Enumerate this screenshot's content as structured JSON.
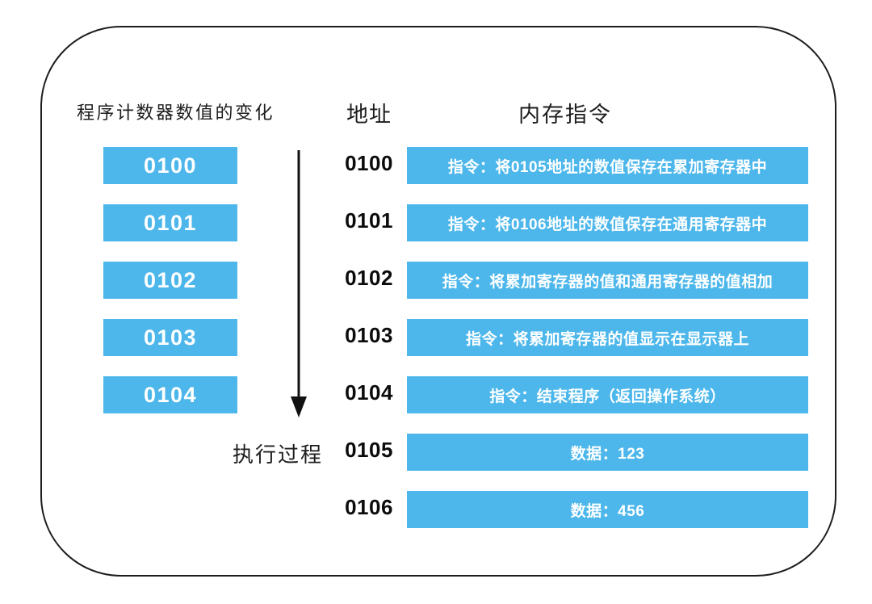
{
  "colors": {
    "box_blue": "#4db7eb",
    "ink": "#1d1d1f",
    "box_text": "#ffffff",
    "background": "#ffffff"
  },
  "pc_column": {
    "title": "程序计数器数值的变化",
    "values": [
      "0100",
      "0101",
      "0102",
      "0103",
      "0104"
    ],
    "flow_label": "执行过程"
  },
  "memory_table": {
    "address_header": "地址",
    "instruction_header": "内存指令",
    "rows": [
      {
        "address": "0100",
        "content": "指令：将0105地址的数值保存在累加寄存器中"
      },
      {
        "address": "0101",
        "content": "指令：将0106地址的数值保存在通用寄存器中"
      },
      {
        "address": "0102",
        "content": "指令：将累加寄存器的值和通用寄存器的值相加"
      },
      {
        "address": "0103",
        "content": "指令：将累加寄存器的值显示在显示器上"
      },
      {
        "address": "0104",
        "content": "指令：结束程序（返回操作系统）"
      },
      {
        "address": "0105",
        "content": "数据：123"
      },
      {
        "address": "0106",
        "content": "数据：456"
      }
    ]
  }
}
